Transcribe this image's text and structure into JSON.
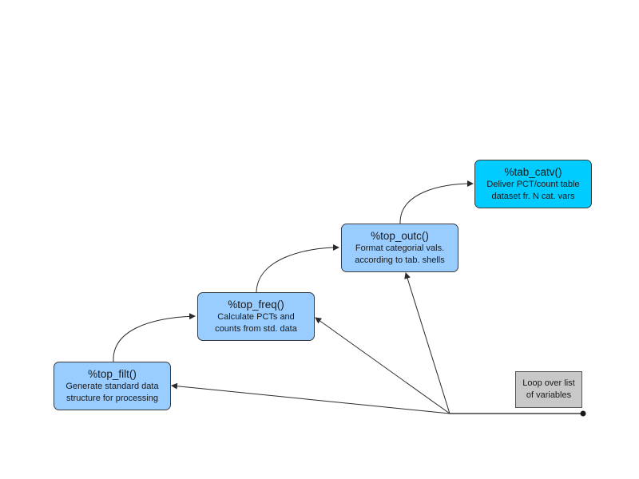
{
  "colors": {
    "node_fill": "#99ccff",
    "final_fill": "#00ccff",
    "loop_fill": "#c8c8c8",
    "stroke": "#2b2b2b"
  },
  "nodes": [
    {
      "id": "top_filt",
      "title": "%top_filt()",
      "desc": "Generate standard data\nstructure for processing"
    },
    {
      "id": "top_freq",
      "title": "%top_freq()",
      "desc": "Calculate PCTs and\ncounts from std. data"
    },
    {
      "id": "top_outc",
      "title": "%top_outc()",
      "desc": "Format categorial vals.\naccording to tab. shells"
    },
    {
      "id": "tab_catv",
      "title": "%tab_catv()",
      "desc": "Deliver PCT/count table\ndataset fr. N cat. vars"
    }
  ],
  "loop": {
    "label": "Loop over list\nof variables"
  },
  "edges": [
    {
      "from": "top_filt",
      "to": "top_freq"
    },
    {
      "from": "top_freq",
      "to": "top_outc"
    },
    {
      "from": "top_outc",
      "to": "tab_catv"
    },
    {
      "from": "loop",
      "to": "top_filt"
    },
    {
      "from": "loop",
      "to": "top_freq"
    },
    {
      "from": "loop",
      "to": "top_outc"
    }
  ]
}
